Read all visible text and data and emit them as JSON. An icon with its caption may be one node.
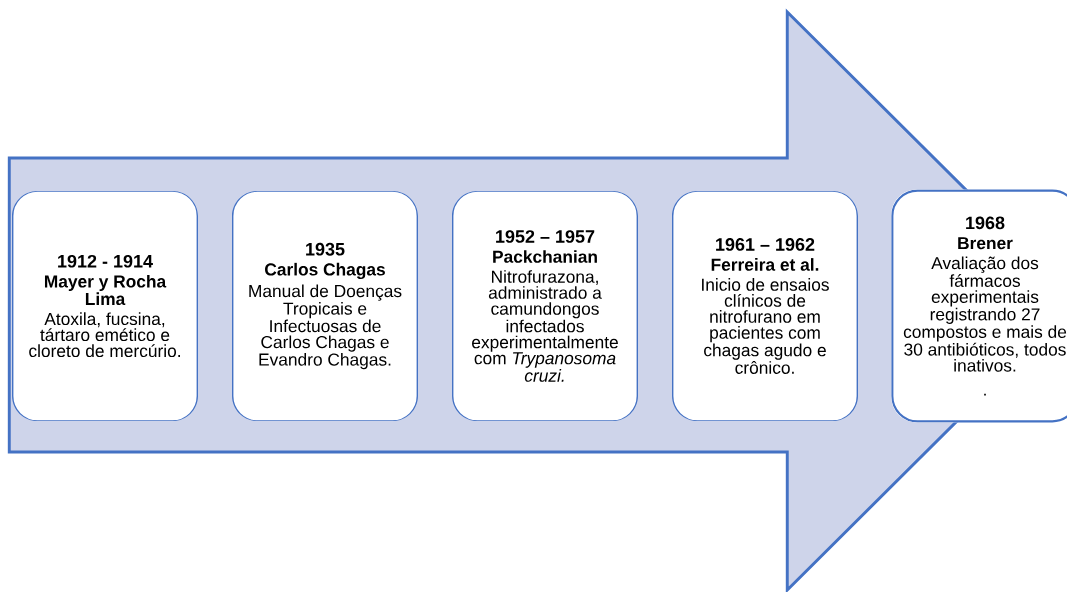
{
  "diagram": {
    "nodes": [
      {
        "text": [
          "1912 - 1914",
          "Mayer y Rocha Lima",
          "Atoxila, fucsina, tártaro emético e cloreto de mercúrio."
        ]
      },
      {
        "text": [
          "1935",
          "Carlos Chagas",
          "Manual de Doenças Tropicais e Infectuosas de Carlos Chagas e Evandro Chagas."
        ]
      },
      {
        "text": [
          "1952 – 1957",
          "Packchanian",
          "Nitrofurazona, administrado a camundongos infectados experimentalmente com *Trypanosoma cruzi.*"
        ]
      },
      {
        "text": [
          "1961 – 1962",
          "Ferreira et al.",
          "Inicio de ensaios clínicos de nitrofurano em pacientes com chagas agudo e crônico."
        ]
      },
      {
        "text": [
          "1968",
          "Brener",
          "Avaliação dos fármacos experimentais registrando 27 compostos e mais de 30 antibióticos, todos inativos.",
          "."
        ]
      }
    ],
    "edges": [
      {
        "from": 0,
        "to": 4,
        "arrow": "to"
      }
    ]
  }
}
